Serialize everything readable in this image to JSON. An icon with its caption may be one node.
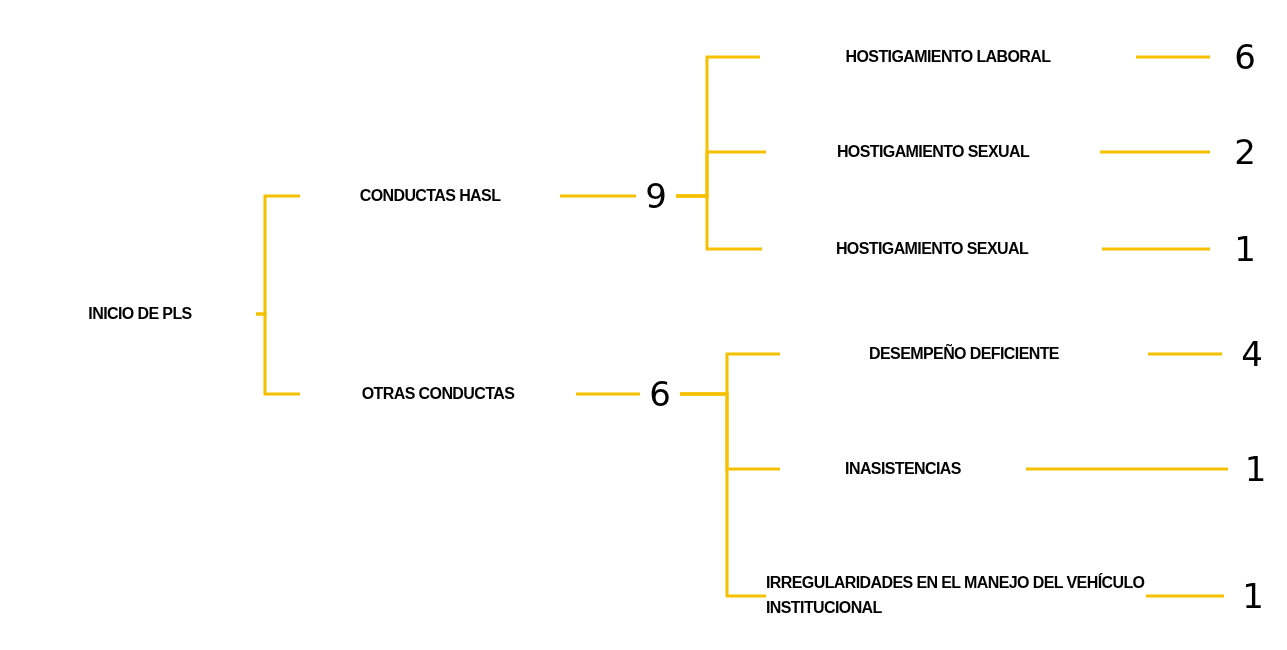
{
  "diagram": {
    "nodes": [
      {
        "text": [
          "INICIO DE PLS"
        ]
      },
      {
        "text": [
          "CONDUCTAS HASL"
        ]
      },
      {
        "text": [
          "9"
        ]
      },
      {
        "text": [
          "OTRAS CONDUCTAS"
        ]
      },
      {
        "text": [
          "6"
        ]
      },
      {
        "text": [
          "HOSTIGAMIENTO LABORAL"
        ]
      },
      {
        "text": [
          "6"
        ]
      },
      {
        "text": [
          "HOSTIGAMIENTO SEXUAL"
        ]
      },
      {
        "text": [
          "2"
        ]
      },
      {
        "text": [
          "HOSTIGAMIENTO SEXUAL"
        ]
      },
      {
        "text": [
          "1"
        ]
      },
      {
        "text": [
          "DESEMPEÑO DEFICIENTE"
        ]
      },
      {
        "text": [
          "4"
        ]
      },
      {
        "text": [
          "INASISTENCIAS"
        ]
      },
      {
        "text": [
          "1"
        ]
      },
      {
        "text": [
          "IRREGULARIDADES EN EL MANEJO DEL VEHÍCULO INSTITUCIONAL"
        ]
      },
      {
        "text": [
          "1"
        ]
      }
    ],
    "edges": [
      {
        "from": 0,
        "to": 1,
        "arrow": "none"
      },
      {
        "from": 0,
        "to": 3,
        "arrow": "none"
      },
      {
        "from": 1,
        "to": 2,
        "arrow": "none"
      },
      {
        "from": 3,
        "to": 4,
        "arrow": "none"
      },
      {
        "from": 2,
        "to": 5,
        "arrow": "none"
      },
      {
        "from": 2,
        "to": 7,
        "arrow": "none"
      },
      {
        "from": 2,
        "to": 9,
        "arrow": "none"
      },
      {
        "from": 4,
        "to": 11,
        "arrow": "none"
      },
      {
        "from": 4,
        "to": 13,
        "arrow": "none"
      },
      {
        "from": 4,
        "to": 15,
        "arrow": "none"
      },
      {
        "from": 5,
        "to": 6,
        "arrow": "none"
      },
      {
        "from": 7,
        "to": 8,
        "arrow": "none"
      },
      {
        "from": 9,
        "to": 10,
        "arrow": "none"
      },
      {
        "from": 11,
        "to": 12,
        "arrow": "none"
      },
      {
        "from": 13,
        "to": 14,
        "arrow": "none"
      },
      {
        "from": 15,
        "to": 16,
        "arrow": "none"
      }
    ]
  }
}
